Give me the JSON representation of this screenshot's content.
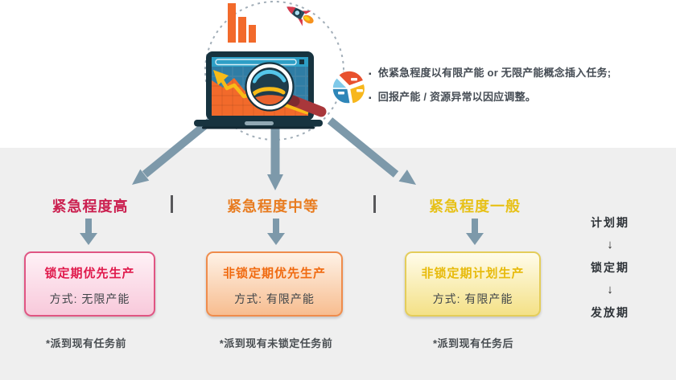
{
  "notes": {
    "bullet_glyph": "▪",
    "items": [
      "依紧急程度以有限产能 or 无限产能概念插入任务;",
      "回报产能 / 资源异常以因应调整。"
    ]
  },
  "branches": [
    {
      "heading": "紧急程度高",
      "box_title": "锁定期优先生产",
      "box_subtitle": "方式: 无限产能",
      "footnote": "*派到现有任务前"
    },
    {
      "heading": "紧急程度中等",
      "box_title": "非锁定期优先生产",
      "box_subtitle": "方式: 有限产能",
      "footnote": "*派到现有未锁定任务前"
    },
    {
      "heading": "紧急程度一般",
      "box_title": "非锁定期计划生产",
      "box_subtitle": "方式: 有限产能",
      "footnote": "*派到现有任务后"
    }
  ],
  "phases": {
    "arrow_glyph": "↓",
    "items": [
      "计划期",
      "锁定期",
      "发放期"
    ]
  },
  "illustration": {
    "icons": [
      "dashed-orbit-icon",
      "bar-chart-icon",
      "rocket-icon",
      "laptop-analytics-icon",
      "magnifier-icon",
      "pie-chart-icon"
    ]
  },
  "colors": {
    "urgency_high": "#cb2050",
    "urgency_medium": "#e87c20",
    "urgency_low": "#e7c117",
    "arrow": "#7d99aa",
    "background_bottom": "#efefef",
    "note_text": "#464d55",
    "laptop_frame": "#17333f",
    "screen_blue": "#2f7da5",
    "chart_orange": "#f26a2b",
    "trend_yellow": "#f8bb17",
    "handle_red": "#a9373b"
  }
}
